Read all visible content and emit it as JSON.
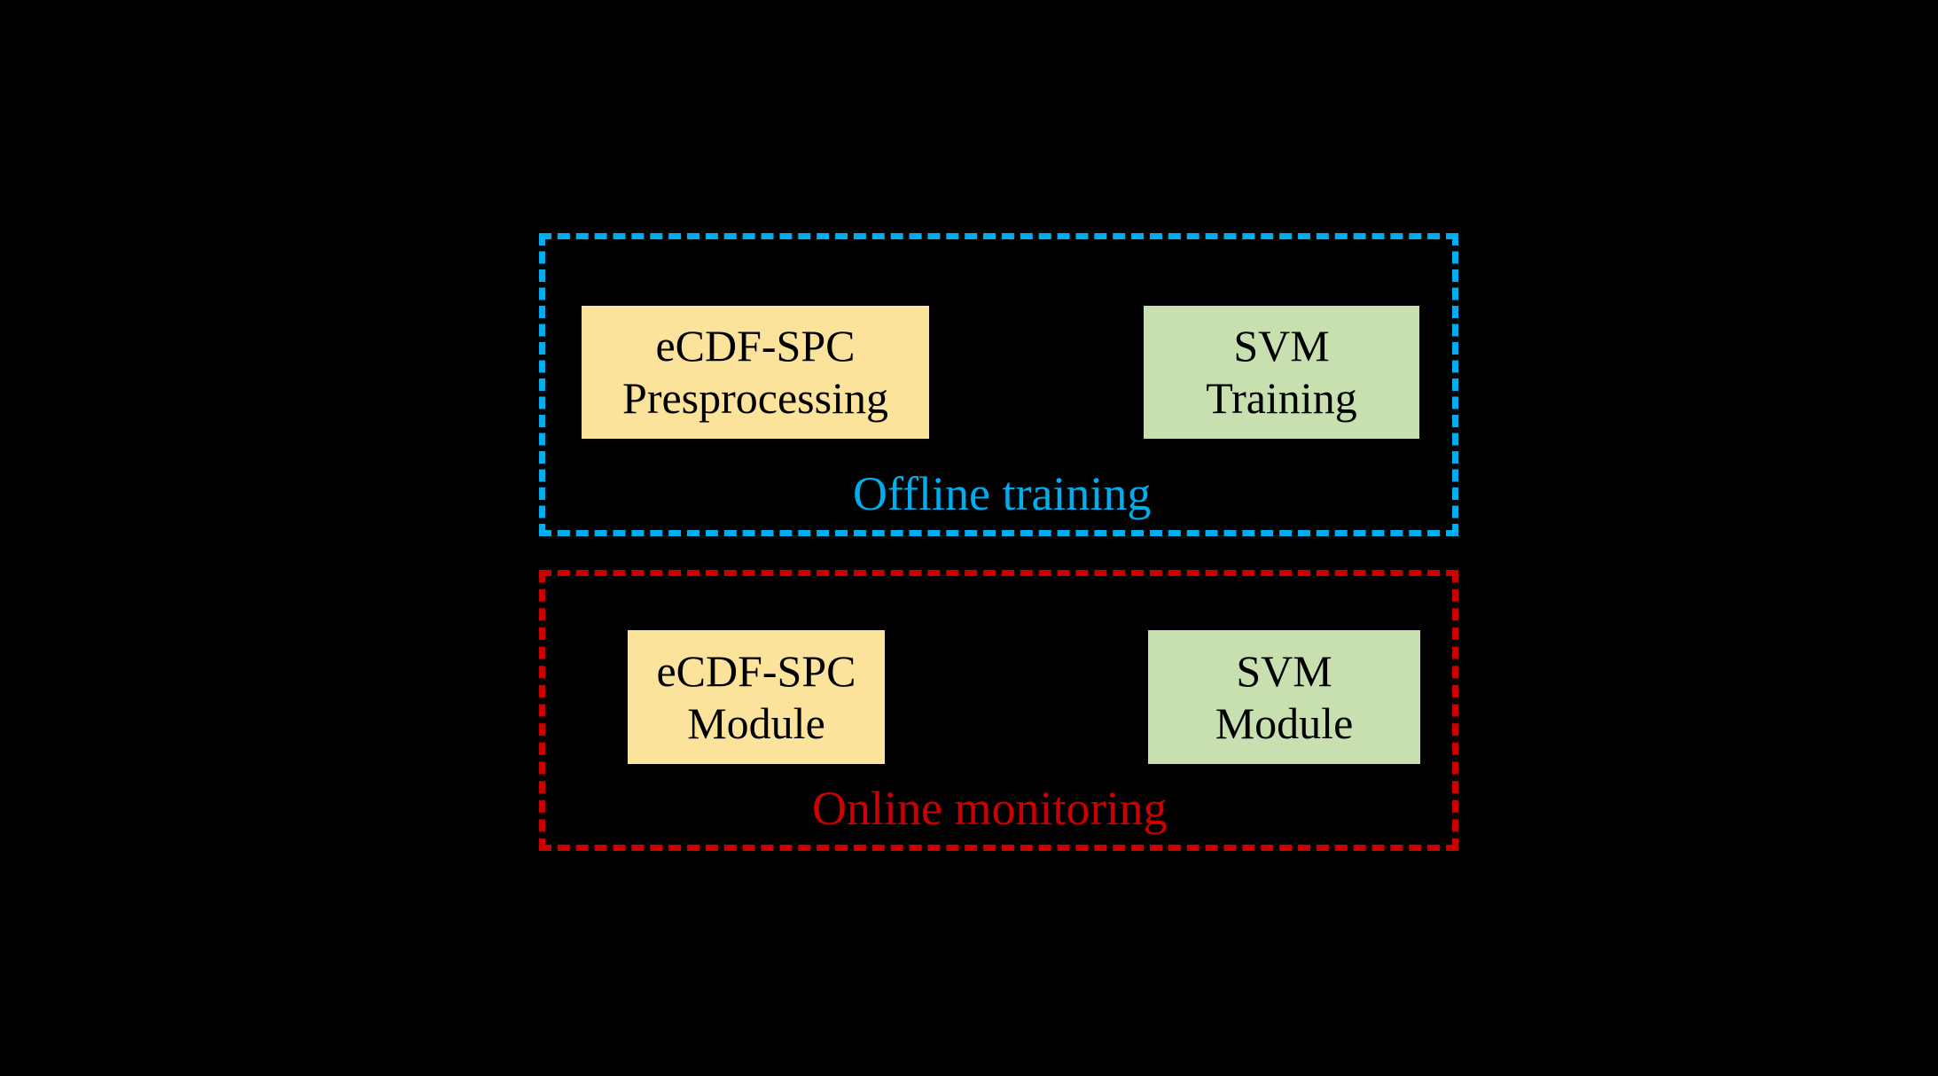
{
  "figure": {
    "background_color": "#000000",
    "description": "Two-stage framework diagram: an offline training stage above an online monitoring stage"
  },
  "panels": [
    {
      "id": "offline",
      "label": "Offline training",
      "border_color": "#00AEEF",
      "border_style": "dashed",
      "boxes": [
        {
          "id": "ecdf-spc-presprocessing",
          "line1": "eCDF-SPC",
          "line2": "Presprocessing",
          "fill_color": "#FCE39B",
          "text_color": "#000000"
        },
        {
          "id": "svm-training",
          "line1": "SVM",
          "line2": "Training",
          "fill_color": "#C8E0B0",
          "text_color": "#000000"
        }
      ]
    },
    {
      "id": "online",
      "label": "Online monitoring",
      "border_color": "#CC0000",
      "border_style": "dashed",
      "boxes": [
        {
          "id": "ecdf-spc-module",
          "line1": "eCDF-SPC",
          "line2": "Module",
          "fill_color": "#FCE39B",
          "text_color": "#000000"
        },
        {
          "id": "svm-module",
          "line1": "SVM",
          "line2": "Module",
          "fill_color": "#C8E0B0",
          "text_color": "#000000"
        }
      ]
    }
  ]
}
